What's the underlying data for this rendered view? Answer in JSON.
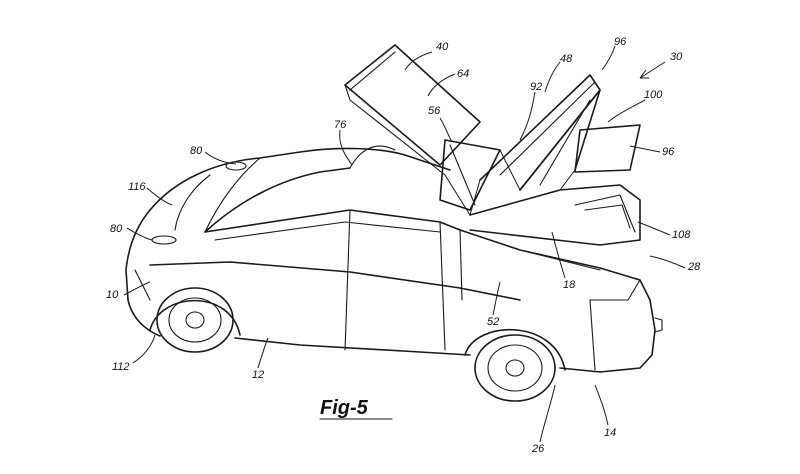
{
  "caption": "Fig-5",
  "reference_numerals": [
    "40",
    "64",
    "48",
    "96",
    "30",
    "76",
    "80",
    "116",
    "56",
    "92",
    "100",
    "96",
    "80",
    "108",
    "28",
    "10",
    "18",
    "52",
    "112",
    "12",
    "26",
    "14"
  ]
}
